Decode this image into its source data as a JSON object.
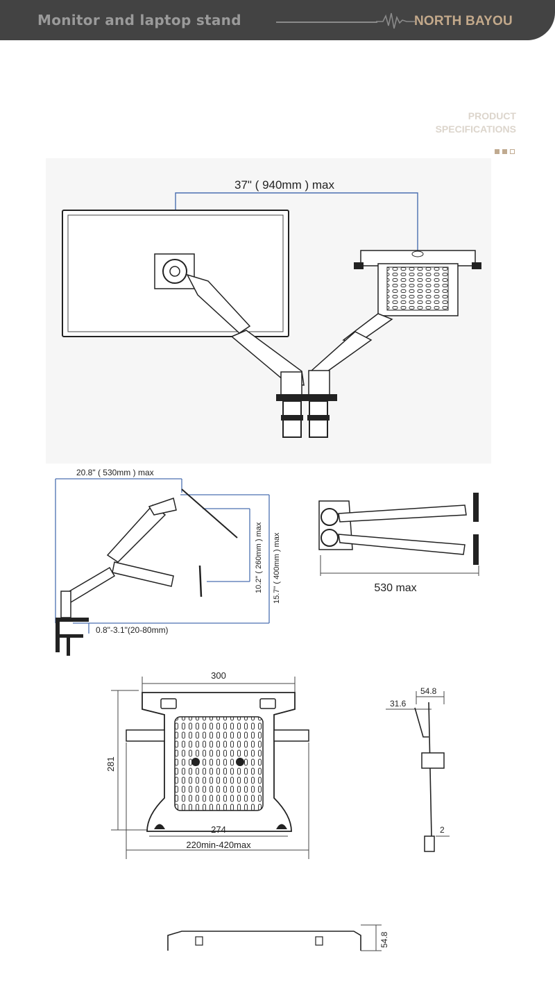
{
  "header": {
    "title": "Monitor and laptop stand",
    "brand": "NORTH BAYOU",
    "section_line1": "PRODUCT",
    "section_line2": "SPECIFICATIONS"
  },
  "colors": {
    "header_bg": "#434343",
    "brand_accent": "#c3a98b",
    "drawing_stroke": "#222222"
  },
  "figure1": {
    "reach_label": "37\" ( 940mm ) max"
  },
  "figure2": {
    "arm_extension": "20.8\" ( 530mm ) max",
    "height_range_short": "10.2\" ( 260mm ) max",
    "height_range_tall": "15.7\" ( 400mm ) max",
    "desk_thickness": "0.8\"-3.1\"(20-80mm)"
  },
  "figure3": {
    "width_label": "530 max"
  },
  "figure4": {
    "tray_width": "300",
    "tray_height": "281",
    "inner_width": "274",
    "clamp_range": "220min-420max"
  },
  "figure5": {
    "depth_top": "54.8",
    "depth_lip": "31.6",
    "thickness": "2"
  },
  "figure6": {
    "profile_height": "54.8"
  }
}
